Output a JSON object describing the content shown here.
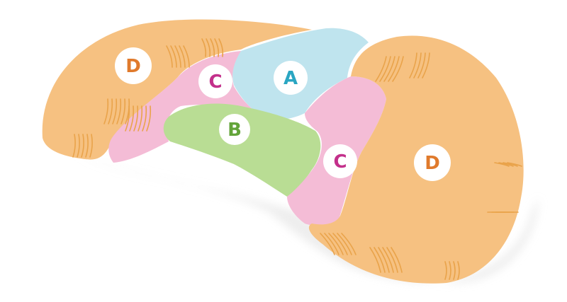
{
  "diagram": {
    "regions": [
      {
        "id": "d-left",
        "label": "D",
        "color": "#f6c181",
        "label_color": "#e07a2c"
      },
      {
        "id": "c-upper",
        "label": "C",
        "color": "#f4bcd6",
        "label_color": "#c3308b"
      },
      {
        "id": "a",
        "label": "A",
        "color": "#bfe4ee",
        "label_color": "#2aa6c2"
      },
      {
        "id": "b",
        "label": "B",
        "color": "#b9dd94",
        "label_color": "#63a43a"
      },
      {
        "id": "c-lower",
        "label": "C",
        "color": "#f4bcd6",
        "label_color": "#c3308b"
      },
      {
        "id": "d-right",
        "label": "D",
        "color": "#f6c181",
        "label_color": "#e07a2c"
      }
    ],
    "texture_color": "#e9a34a",
    "shadow_color": "#e6e6e6"
  }
}
